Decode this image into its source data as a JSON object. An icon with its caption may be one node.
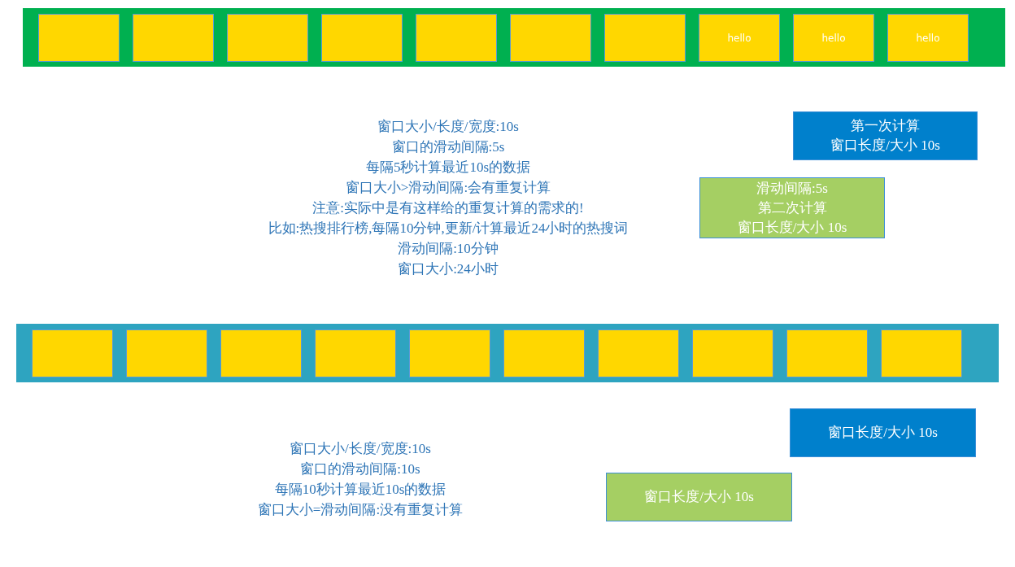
{
  "diagram": {
    "nodes": [
      {
        "text": [],
        "shape": "bar"
      },
      {
        "text": [],
        "shape": "box",
        "in": 0
      },
      {
        "text": [],
        "shape": "box",
        "in": 0
      },
      {
        "text": [],
        "shape": "box",
        "in": 0
      },
      {
        "text": [],
        "shape": "box",
        "in": 0
      },
      {
        "text": [],
        "shape": "box",
        "in": 0
      },
      {
        "text": [],
        "shape": "box",
        "in": 0
      },
      {
        "text": [],
        "shape": "box",
        "in": 0
      },
      {
        "text": [
          "hello"
        ],
        "in": 0
      },
      {
        "text": [
          "hello"
        ],
        "in": 0
      },
      {
        "text": [
          "hello"
        ],
        "in": 0
      },
      {
        "text": [
          "第一次计算",
          "窗口长度/大小 10s"
        ]
      },
      {
        "text": [
          "滑动间隔:5s",
          "第二次计算",
          "窗口长度/大小 10s"
        ]
      },
      {
        "text": [],
        "shape": "bar"
      },
      {
        "text": [],
        "shape": "box",
        "in": 13
      },
      {
        "text": [],
        "shape": "box",
        "in": 13
      },
      {
        "text": [],
        "shape": "box",
        "in": 13
      },
      {
        "text": [],
        "shape": "box",
        "in": 13
      },
      {
        "text": [],
        "shape": "box",
        "in": 13
      },
      {
        "text": [],
        "shape": "box",
        "in": 13
      },
      {
        "text": [],
        "shape": "box",
        "in": 13
      },
      {
        "text": [],
        "shape": "box",
        "in": 13
      },
      {
        "text": [],
        "shape": "box",
        "in": 13
      },
      {
        "text": [],
        "shape": "box",
        "in": 13
      },
      {
        "text": [
          "窗口长度/大小 10s"
        ]
      },
      {
        "text": [
          "窗口长度/大小 10s"
        ]
      }
    ],
    "labels": [
      "窗口大小/长度/宽度:10s",
      "窗口的滑动间隔:5s",
      "每隔5秒计算最近10s的数据",
      "窗口大小>滑动间隔:会有重复计算",
      "注意:实际中是有这样给的重复计算的需求的!",
      "比如:热搜排行榜,每隔10分钟,更新/计算最近24小时的热搜词",
      "滑动间隔:10分钟",
      "窗口大小:24小时",
      "窗口大小/长度/宽度:10s",
      "窗口的滑动间隔:10s",
      "每隔10秒计算最近10s的数据",
      "窗口大小=滑动间隔:没有重复计算"
    ]
  }
}
